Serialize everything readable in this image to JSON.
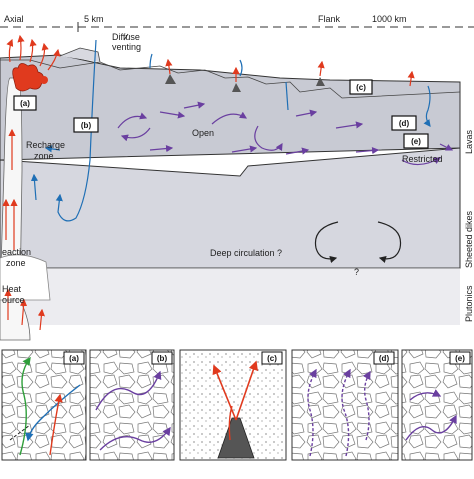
{
  "top_scale": {
    "axial": "Axial",
    "km5": "5 km",
    "flank": "Flank",
    "km1000": "1000 km"
  },
  "labels": {
    "diffuse_venting_1": "Diffuse",
    "diffuse_venting_2": "venting",
    "recharge_1": "Recharge",
    "recharge_2": "zone",
    "open": "Open",
    "restricted": "Restricted",
    "deep_circulation": "Deep circulation ?",
    "question": "?",
    "reaction_1": "eaction",
    "reaction_2": "zone",
    "heat_1": "Heat",
    "heat_2": "ource"
  },
  "side_labels": {
    "lavas": "Lavas",
    "sheeted_dikes": "Sheeted dikes",
    "plutonics": "Plutonics"
  },
  "callouts": [
    "(a)",
    "(b)",
    "(c)",
    "(d)",
    "(e)"
  ],
  "panels": [
    "(a)",
    "(b)",
    "(c)",
    "(d)",
    "(e)"
  ],
  "colors": {
    "hot_fluid": "#e03a1e",
    "recharge_fluid": "#1f6fb5",
    "circulation": "#6a3fa0",
    "green_path": "#2e9e3a",
    "lava_layer": "#cfd1d9",
    "dike_layer": "#d9dae2",
    "plutonic_layer": "#eeeef2"
  }
}
